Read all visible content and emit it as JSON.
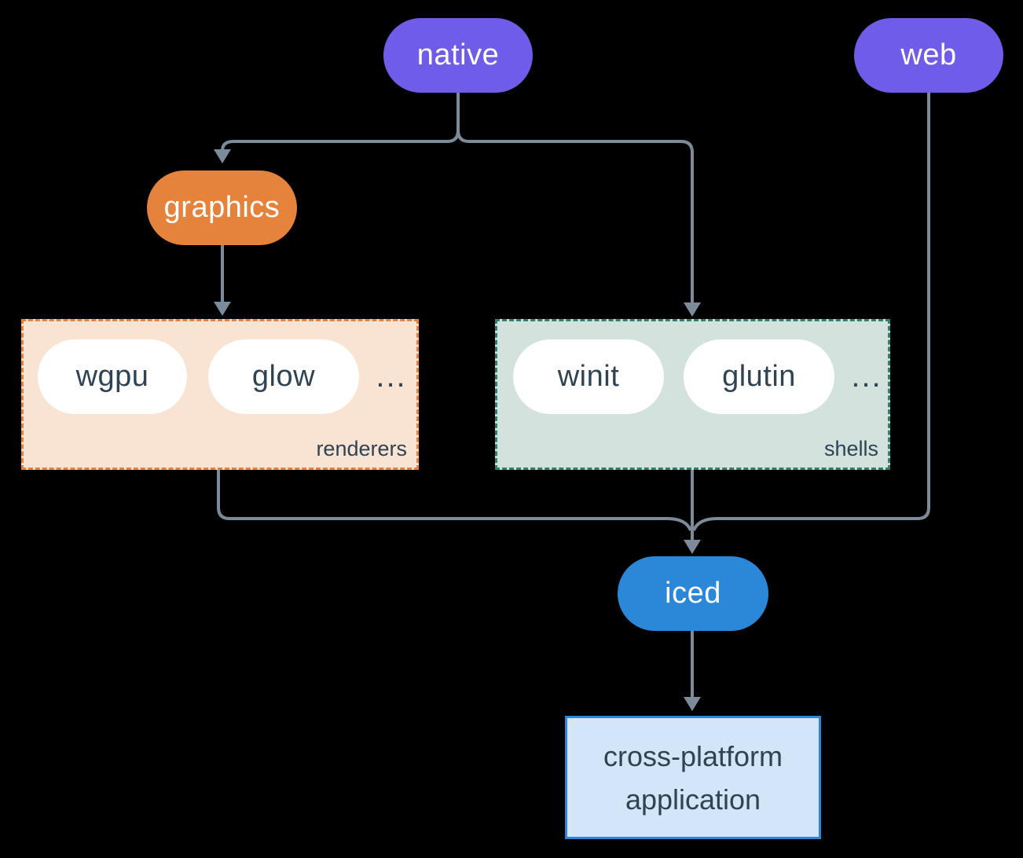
{
  "colors": {
    "canvas": "#000000",
    "purple": "#6f5ce8",
    "orange": "#e5823c",
    "blue": "#2b87d8",
    "line": "#7c8b9a",
    "dark-text": "#2e4354",
    "pill-text": "#ffffff",
    "renderers-fill": "#f9e3d3",
    "renderers-border": "#e8823a",
    "shells-fill": "#d3e2dc",
    "shells-border": "#2f7e6e",
    "app-fill": "#d3e5f8",
    "app-border": "#2e86da"
  },
  "nodes": {
    "native": "native",
    "web": "web",
    "graphics": "graphics",
    "iced": "iced",
    "application": {
      "line1": "cross-platform",
      "line2": "application"
    }
  },
  "groups": {
    "renderers": {
      "label": "renderers",
      "items": [
        "wgpu",
        "glow"
      ],
      "ellipsis": "..."
    },
    "shells": {
      "label": "shells",
      "items": [
        "winit",
        "glutin"
      ],
      "ellipsis": "..."
    }
  }
}
